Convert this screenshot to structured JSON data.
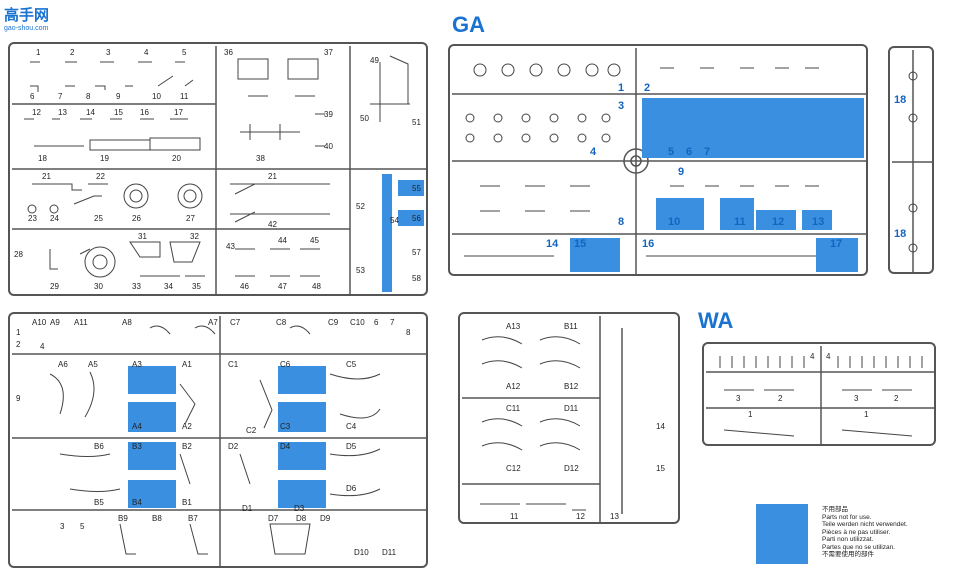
{
  "watermark": {
    "brand": "高手网",
    "url": "gao-shou.com"
  },
  "titles": {
    "ga": "GA",
    "wa": "WA"
  },
  "colors": {
    "highlight": "#3a8fe0",
    "title": "#1a73d1",
    "frame": "#555555"
  },
  "sprue_top_left": {
    "row1": [
      "1",
      "2",
      "3",
      "4",
      "5"
    ],
    "row1b": [
      "6",
      "7",
      "8",
      "9",
      "10",
      "11"
    ],
    "row2": [
      "12",
      "13",
      "14",
      "15",
      "16",
      "17"
    ],
    "row2b": [
      "18",
      "19",
      "20"
    ],
    "row3": [
      "21",
      "22",
      "23",
      "24",
      "25",
      "26",
      "27"
    ],
    "row4": [
      "28",
      "29",
      "30",
      "31",
      "32",
      "33",
      "34",
      "35"
    ],
    "mid_top": [
      "36",
      "37",
      "38",
      "39",
      "40"
    ],
    "mid_low": [
      "21",
      "42",
      "43",
      "44",
      "45",
      "46",
      "47",
      "48"
    ],
    "right_col": [
      "49",
      "50",
      "51",
      "52",
      "53",
      "54",
      "55",
      "56",
      "57",
      "58"
    ]
  },
  "sprue_ga": {
    "right_labels": [
      "1",
      "2",
      "3",
      "4",
      "5",
      "6",
      "7",
      "8",
      "9",
      "10",
      "11",
      "12",
      "13",
      "14",
      "15",
      "16",
      "17",
      "18",
      "18"
    ]
  },
  "sprue_a_bcd": {
    "row_a_top": [
      "A10",
      "A11",
      "A8",
      "A7",
      "A9"
    ],
    "row_a": [
      "A6",
      "A5",
      "A3",
      "A1",
      "A4",
      "A2"
    ],
    "row_b": [
      "B6",
      "B3",
      "B2",
      "B4",
      "B1",
      "B5",
      "B7",
      "B8",
      "B9"
    ],
    "row_c_top": [
      "C7",
      "C8",
      "C9",
      "C10"
    ],
    "row_c": [
      "C6",
      "C3",
      "C5",
      "C1",
      "C2",
      "C4"
    ],
    "row_d": [
      "D4",
      "D2",
      "D5",
      "D6",
      "D3",
      "D1",
      "D7",
      "D8",
      "D9",
      "D10",
      "D11"
    ],
    "misc": [
      "1",
      "2",
      "3",
      "4",
      "5",
      "6",
      "7",
      "8",
      "9"
    ]
  },
  "sprue_mid": {
    "labels": [
      "A13",
      "B11",
      "A12",
      "B12",
      "C11",
      "D11",
      "C12",
      "D12",
      "11",
      "12",
      "13",
      "14",
      "15"
    ]
  },
  "sprue_wa": {
    "labels": [
      "1",
      "2",
      "3",
      "4",
      "1",
      "2",
      "3",
      "4"
    ]
  },
  "legend": {
    "lines": [
      "不用部品",
      "Parts not for use.",
      "Teile werden nicht verwendet.",
      "Pièces à ne pas utiliser.",
      "Parti non utilizzat.",
      "Partes que no se utilizan.",
      "不需要使用的部件"
    ]
  }
}
